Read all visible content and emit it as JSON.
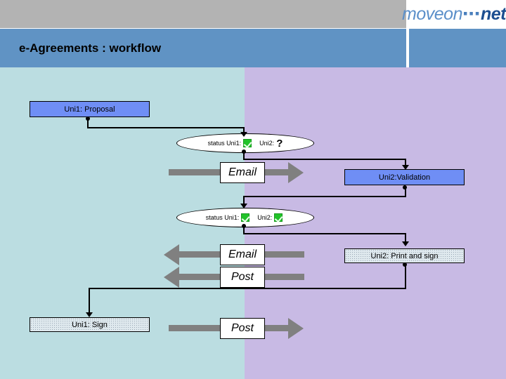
{
  "header": {
    "logo": {
      "part1": "moveon",
      "dots": "⋯",
      "part2": "net"
    },
    "title": "e-Agreements : workflow"
  },
  "colors": {
    "header_grey": "#b3b3b3",
    "title_blue": "#6093c4",
    "canvas_left": "#bbdde1",
    "canvas_right": "#c8bae4",
    "node_fill": "#6f8ef5",
    "node_pattern_fill": "#dfe9ee",
    "arrow_grey": "#808080",
    "check_green": "#22c32a",
    "logo_blue": "#1d4f91"
  },
  "diagram": {
    "nodes": [
      {
        "id": "uni1-proposal",
        "label": "Uni1: Proposal",
        "style": "solid"
      },
      {
        "id": "uni2-validation",
        "label": "Uni2:Validation",
        "style": "solid"
      },
      {
        "id": "uni2-print-sign",
        "label": "Uni2: Print and sign",
        "style": "dotted"
      },
      {
        "id": "uni1-sign",
        "label": "Uni1: Sign",
        "style": "dotted"
      }
    ],
    "status_nodes": [
      {
        "id": "status-1",
        "prefix": "status Uni1:",
        "uni1_state": "checked",
        "uni2_prefix": "Uni2:",
        "uni2_state": "unknown",
        "unknown_glyph": "?"
      },
      {
        "id": "status-2",
        "prefix": "status Uni1:",
        "uni1_state": "checked",
        "uni2_prefix": "Uni2:",
        "uni2_state": "checked",
        "unknown_glyph": "?"
      }
    ],
    "transports": [
      {
        "id": "transport-email-1",
        "label": "Email",
        "direction": "right"
      },
      {
        "id": "transport-email-2",
        "label": "Email",
        "direction": "left"
      },
      {
        "id": "transport-post-1",
        "label": "Post",
        "direction": "left"
      },
      {
        "id": "transport-post-2",
        "label": "Post",
        "direction": "right"
      }
    ]
  }
}
